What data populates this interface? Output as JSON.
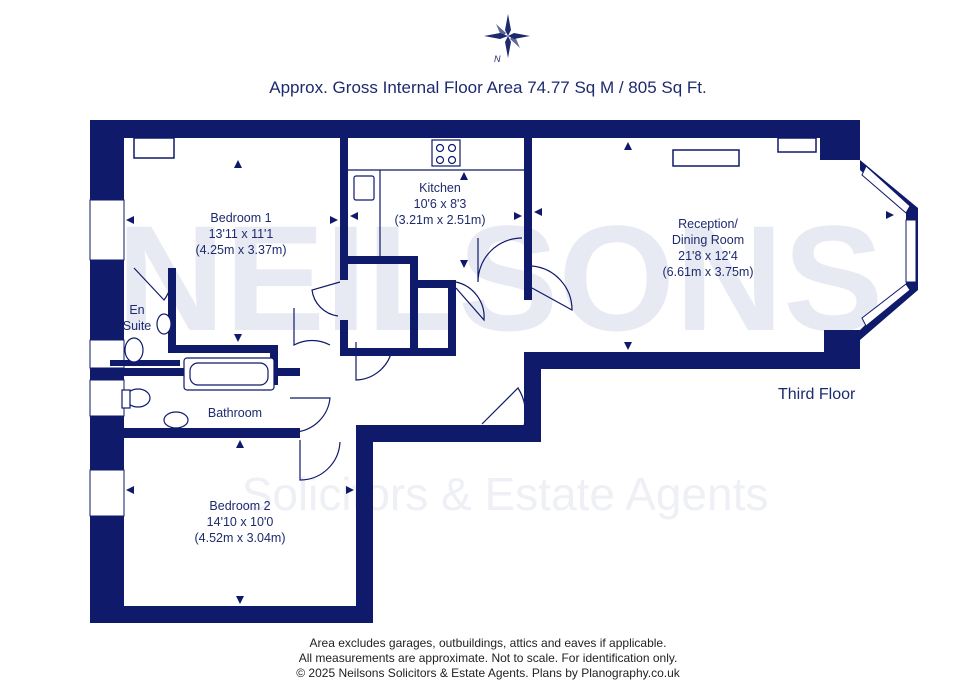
{
  "header": {
    "title": "Approx. Gross Internal Floor Area 74.77 Sq M / 805 Sq Ft."
  },
  "compass": {
    "label": "N",
    "icon": "north-compass-icon"
  },
  "rooms": {
    "bedroom1": {
      "name": "Bedroom 1",
      "imperial": "13'11 x 11'1",
      "metric": "(4.25m x 3.37m)"
    },
    "kitchen": {
      "name": "Kitchen",
      "imperial": "10'6 x 8'3",
      "metric": "(3.21m x 2.51m)"
    },
    "reception": {
      "name_line1": "Reception/",
      "name_line2": "Dining Room",
      "imperial": "21'8 x 12'4",
      "metric": "(6.61m x 3.75m)"
    },
    "ensuite": {
      "line1": "En",
      "line2": "Suite"
    },
    "bathroom": {
      "name": "Bathroom"
    },
    "bedroom2": {
      "name": "Bedroom 2",
      "imperial": "14'10 x 10'0",
      "metric": "(4.52m x 3.04m)"
    }
  },
  "floor_label": "Third Floor",
  "watermark": {
    "brand": "NEILSONS",
    "text": "Solicitors & Estate Agents"
  },
  "footer": {
    "line1": "Area excludes garages, outbuildings, attics and eaves if applicable.",
    "line2": "All measurements are approximate. Not to scale. For identification only.",
    "line3": "© 2025 Neilsons Solicitors & Estate Agents. Plans by Planography.co.uk"
  },
  "colors": {
    "wall": "#0f1a6b",
    "text": "#1e2a6e",
    "watermark": "#e8eaf3"
  }
}
